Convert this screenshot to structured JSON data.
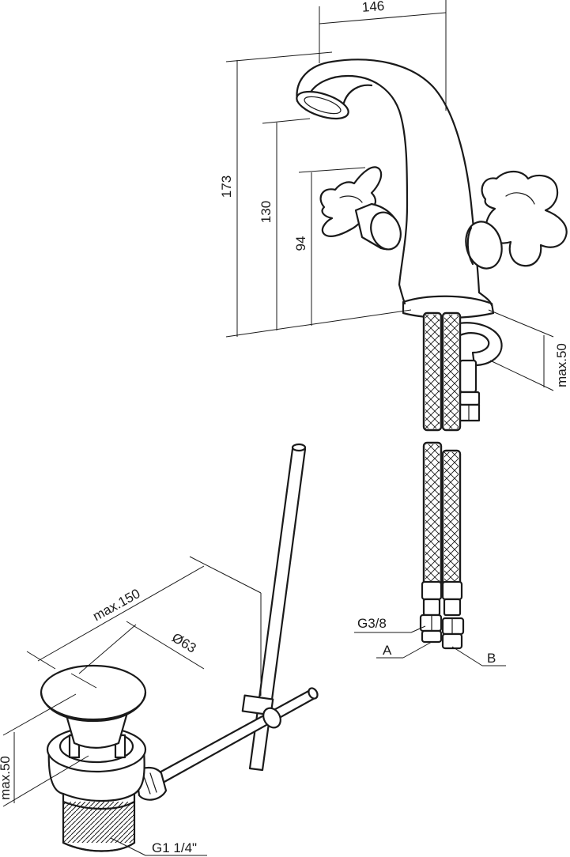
{
  "drawing": {
    "dimensions": {
      "spout_reach": "146",
      "total_height": "173",
      "spout_height": "130",
      "handle_height": "94",
      "deck_thickness_max": "max.50",
      "waste_length_max": "max.150",
      "waste_diameter": "Ø63",
      "waste_thickness_max": "max.50"
    },
    "callouts": {
      "hose_thread": "G3/8",
      "connection_a": "A",
      "connection_b": "B",
      "waste_thread": "G1 1/4\""
    }
  }
}
